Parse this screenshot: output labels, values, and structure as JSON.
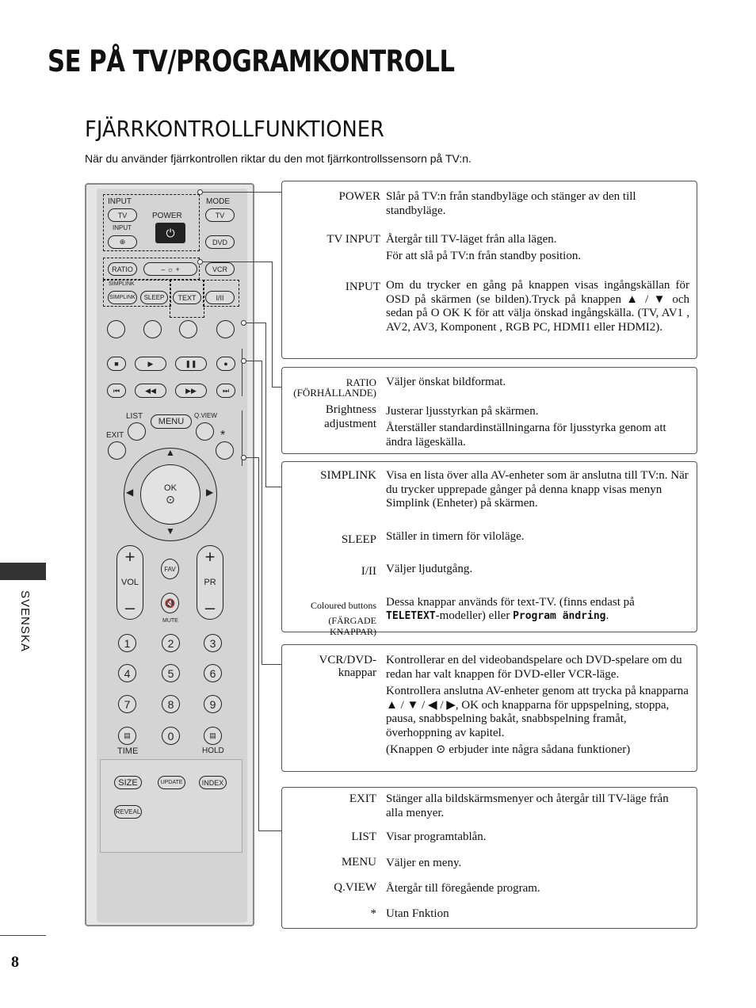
{
  "page": {
    "title": "SE PÅ TV/PROGRAMKONTROLL",
    "subtitle": "FJÄRRKONTROLLFUNKTIONER",
    "intro": "När du använder fjärrkontrollen riktar du den mot fjärrkontrollssensorn på TV:n.",
    "side_label": "SVENSKA",
    "page_number": "8"
  },
  "remote": {
    "input_label": "INPUT",
    "tv_label": "TV",
    "input_small": "INPUT",
    "power_label": "POWER",
    "mode_label": "MODE",
    "mode_tv": "TV",
    "dvd": "DVD",
    "vcr": "VCR",
    "ratio": "RATIO",
    "brightness": "–  ☼  +",
    "simplink_logo": "SIMPLINK",
    "simplink": "SIMPLINK",
    "sleep": "SLEEP",
    "text": "TEXT",
    "i_ii": "I/II",
    "list": "LIST",
    "menu": "MENU",
    "qview": "Q.VIEW",
    "exit": "EXIT",
    "star": "*",
    "ok": "OK",
    "vol": "VOL",
    "pr": "PR",
    "fav": "FAV",
    "mute": "MUTE",
    "digits": [
      "1",
      "2",
      "3",
      "4",
      "5",
      "6",
      "7",
      "8",
      "9",
      "0"
    ],
    "time": "TIME",
    "hold": "HOLD",
    "size": "SIZE",
    "update": "UPDATE",
    "index": "INDEX",
    "reveal": "REVEAL",
    "plus": "+",
    "minus": "–"
  },
  "boxes": {
    "power": {
      "term_power": "POWER",
      "desc_power": "Slår på TV:n från standbyläge och stänger av den till standbyläge.",
      "term_tvinput": "TV INPUT",
      "desc_tvinput_1": "Återgår till TV-läget från alla lägen.",
      "desc_tvinput_2": "För att slå på TV:n från standby position.",
      "term_input": "INPUT",
      "desc_input": "Om du trycker en gång på knappen visas ingångskällan för OSD på skärmen (se bilden).Tryck på knappen ▲ / ▼ och sedan på O OK K för att välja önskad ingångskälla. (TV, AV1 , AV2, AV3, Komponent , RGB PC, HDMI1 eller HDMI2)."
    },
    "ratio": {
      "term_ratio_1": "RATIO",
      "term_ratio_2": "(FÖRHÅLLANDE)",
      "desc_ratio": "Väljer önskat bildformat.",
      "term_bright_1": "Brightness",
      "term_bright_2": "adjustment",
      "desc_bright_1": "Justerar ljusstyrkan på skärmen.",
      "desc_bright_2": "Återställer standardinställningarna för ljusstyrka genom att ändra lägeskälla."
    },
    "simplink": {
      "term_simplink": "SIMPLINK",
      "desc_simplink": "Visa en lista över alla AV-enheter som är anslutna till TV:n. När du trycker upprepade gånger på denna knapp visas menyn Simplink (Enheter) på skärmen.",
      "term_sleep": "SLEEP",
      "desc_sleep": "Ställer in timern för viloläge.",
      "term_i_ii": "I/II",
      "desc_i_ii": "Väljer ljudutgång.",
      "term_col_1": "Coloured buttons",
      "term_col_2": "(FÄRGADE KNAPPAR)",
      "desc_col_1": "Dessa knappar används för text-TV. (finns endast på",
      "desc_col_teletext": "TELETEXT",
      "desc_col_mid": "-modeller) eller",
      "desc_col_prog": "Program ändring",
      "desc_col_end": "."
    },
    "vcr": {
      "term_vcr_1": "VCR/DVD-",
      "term_vcr_2": "knappar",
      "desc_vcr_1": "Kontrollerar en del videobandspelare och DVD-spelare om du redan har valt knappen för DVD-eller VCR-läge.",
      "desc_vcr_2": "Kontrollera anslutna AV-enheter genom att trycka på knapparna ▲ / ▼ / ◀ / ▶, OK och knapparna för uppspelning, stoppa, pausa, snabbspelning bakåt, snabbspelning framåt, överhoppning av kapitel.",
      "desc_vcr_3a": "(Knappen",
      "desc_vcr_3b": "erbjuder inte några sådana funktioner)"
    },
    "exit": {
      "term_exit": "EXIT",
      "desc_exit": "Stänger alla bildskärmsmenyer och återgår till TV-läge från alla menyer.",
      "term_list": "LIST",
      "desc_list": "Visar programtablån.",
      "term_menu": "MENU",
      "desc_menu": "Väljer en meny.",
      "term_qview": "Q.VIEW",
      "desc_qview": "Återgår till föregående program.",
      "term_star": "*",
      "desc_star": "Utan Fnktion"
    }
  }
}
